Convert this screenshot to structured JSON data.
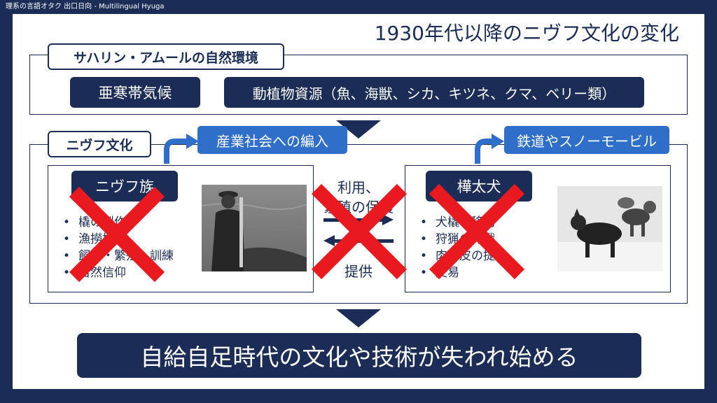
{
  "header": {
    "text": "理系の言語オタク 出口日向 - Multilingual Hyuga"
  },
  "title": "1930年代以降のニヴフ文化の変化",
  "nature": {
    "label": "サハリン・アムールの自然環境",
    "climate": "亜寒帯気候",
    "resources": "動植物資源（魚、海獣、シカ、キツネ、クマ、ベリー類）"
  },
  "culture": {
    "label": "ニヴフ文化",
    "left_callout": "産業社会への編入",
    "right_callout": "鉄道やスノーモービル",
    "nivkh": {
      "label": "ニヴフ族",
      "items": [
        "橇の製作",
        "漁撈技術",
        "飼育・繁殖、訓練",
        "自然信仰"
      ],
      "photo_icon": "fisherman-photo"
    },
    "dog": {
      "label": "樺太犬",
      "items": [
        "犬橇で移動",
        "狩猟の作戦",
        "肉と皮の提供",
        "交易"
      ],
      "photo_icon": "sled-dogs-photo"
    },
    "exchange_top": "利用、",
    "exchange_top2": "繁殖の保護",
    "exchange_bottom": "提供"
  },
  "conclusion": "自給自足時代の文化や技術が失われ始める",
  "colors": {
    "navy": "#1b2d57",
    "accent_blue": "#2f6fc9",
    "cross_red": "#e8191f"
  }
}
